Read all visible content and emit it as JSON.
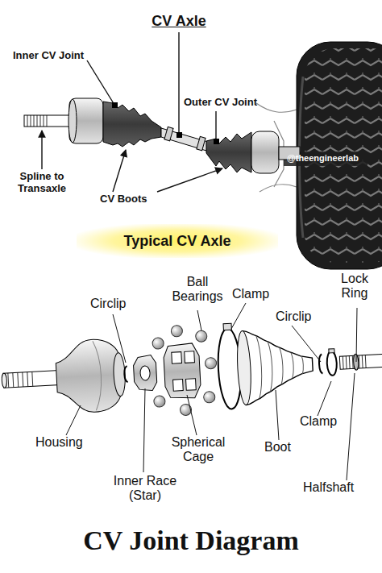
{
  "diagram": {
    "title": "CV Joint Diagram",
    "nodes": [
      {
        "text": [
          "Typical CV Axle"
        ]
      }
    ],
    "labels": [
      "CV Axle",
      "Inner CV Joint",
      "Outer CV Joint",
      "Spline to Transaxle",
      "CV Boots",
      "@theengineerlab",
      "Ball Bearings",
      "Lock Ring",
      "Circlip",
      "Clamp",
      "Circlip",
      "Clamp",
      "Housing",
      "Spherical Cage",
      "Boot",
      "Inner Race (Star)",
      "Halfshaft"
    ]
  }
}
